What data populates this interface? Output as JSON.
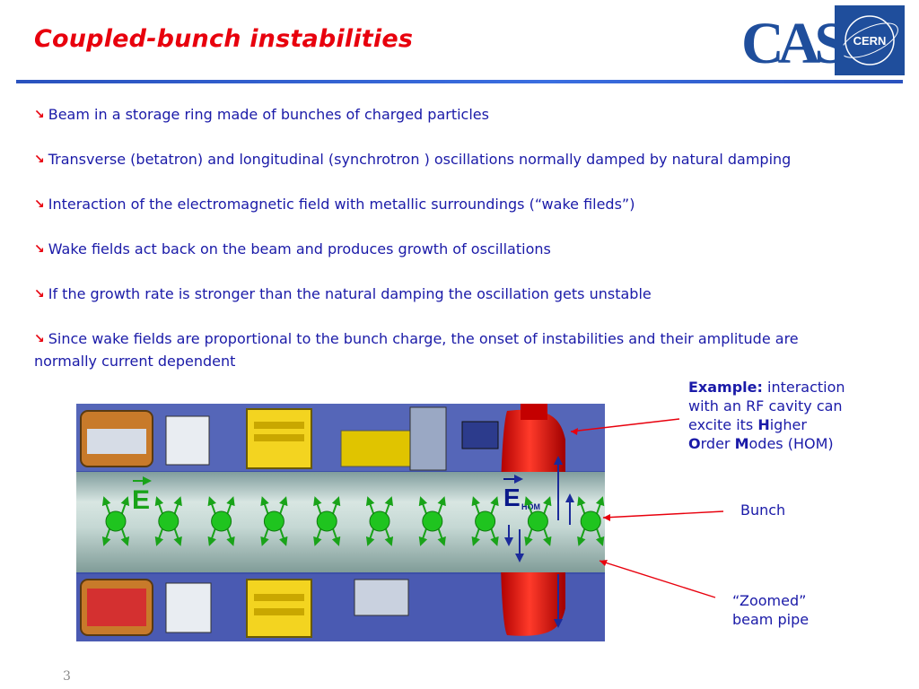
{
  "slide": {
    "title": "Coupled-bunch instabilities",
    "page_number": "3",
    "logo": {
      "text": "CAS",
      "badge": "CERN"
    },
    "accent_color": "#e8000d",
    "text_color": "#1a1aa8",
    "rule_color": "#2a52be"
  },
  "bullets": [
    {
      "marker_icon": "red-diagonal-arrow",
      "text": "Beam in a storage ring made of bunches of charged particles"
    },
    {
      "marker_icon": "red-diagonal-arrow",
      "text": "Transverse (betatron) and longitudinal (synchrotron ) oscillations normally damped by natural damping"
    },
    {
      "marker_icon": "red-diagonal-arrow",
      "text": "Interaction of the electromagnetic field with metallic surroundings (“wake fileds”)"
    },
    {
      "marker_icon": "red-diagonal-arrow",
      "text": "Wake fields act back on the beam and produces growth of oscillations"
    },
    {
      "marker_icon": "red-diagonal-arrow",
      "text": "If the growth rate is stronger than the natural damping the oscillation gets unstable"
    },
    {
      "marker_icon": "red-diagonal-arrow",
      "text": "Since wake fields are proportional to the bunch charge, the onset of instabilities and their amplitude are normally current dependent"
    }
  ],
  "figure": {
    "field_label": "E",
    "hom_label": "E",
    "hom_subscript": "HOM",
    "bunch_count": 10
  },
  "annotations": {
    "example_bold": "Example:",
    "example_line1_rest": " interaction",
    "example_line2": "with an RF cavity can",
    "example_line3_pre": "excite its ",
    "example_H": "H",
    "example_line3_post": "igher",
    "example_O": "O",
    "example_line4_a": "rder ",
    "example_M": "M",
    "example_line4_b": "odes (HOM)",
    "bunch": "Bunch",
    "zoomed_line1": "“Zoomed”",
    "zoomed_line2": "beam pipe"
  }
}
